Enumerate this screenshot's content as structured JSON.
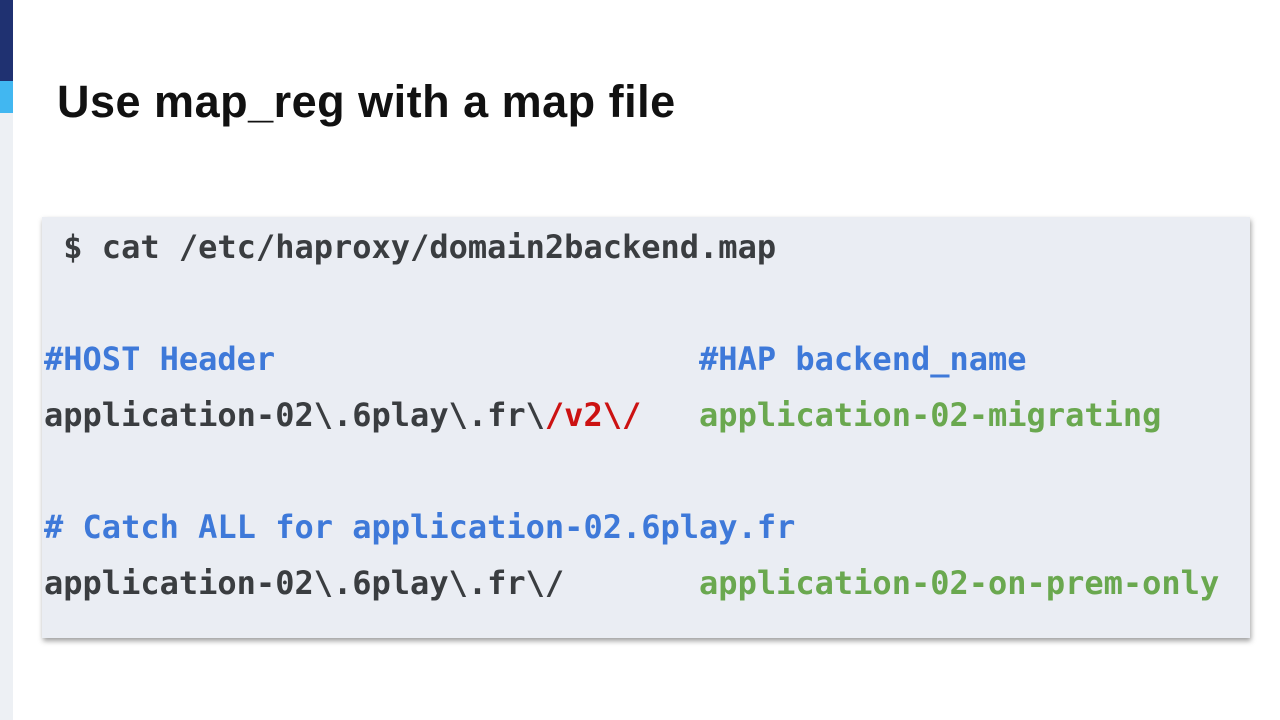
{
  "page": {
    "title": "Use map_reg with a map file"
  },
  "colors": {
    "navy": "#1f3171",
    "sky": "#41b7f1",
    "strip": "#edf0f4",
    "title": "#111111",
    "codebg": "#eaedf3",
    "codedark": "#3a3d40",
    "codeblue": "#3e79d9",
    "codered": "#cc1212",
    "codegreen": "#6aa84f"
  },
  "code_block": {
    "lines": [
      {
        "segments": [
          {
            "text": " $ cat /etc/haproxy/domain2backend.map",
            "color": "dark"
          }
        ]
      },
      {
        "segments": []
      },
      {
        "segments": [
          {
            "text": "#HOST Header",
            "color": "comment"
          },
          {
            "text": "                      ",
            "color": "dark"
          },
          {
            "text": "#HAP backend_name",
            "color": "comment"
          }
        ]
      },
      {
        "segments": [
          {
            "text": "application-02\\.6play\\.fr\\",
            "color": "dark"
          },
          {
            "text": "/v2\\/",
            "color": "red"
          },
          {
            "text": "   ",
            "color": "dark"
          },
          {
            "text": "application-02-migrating",
            "color": "green"
          }
        ]
      },
      {
        "segments": []
      },
      {
        "segments": [
          {
            "text": "# Catch ALL for application-02.6play.fr",
            "color": "comment"
          }
        ]
      },
      {
        "segments": [
          {
            "text": "application-02\\.6play\\.fr\\/",
            "color": "dark"
          },
          {
            "text": "       ",
            "color": "dark"
          },
          {
            "text": "application-02-on-prem-only",
            "color": "green"
          }
        ]
      }
    ]
  }
}
